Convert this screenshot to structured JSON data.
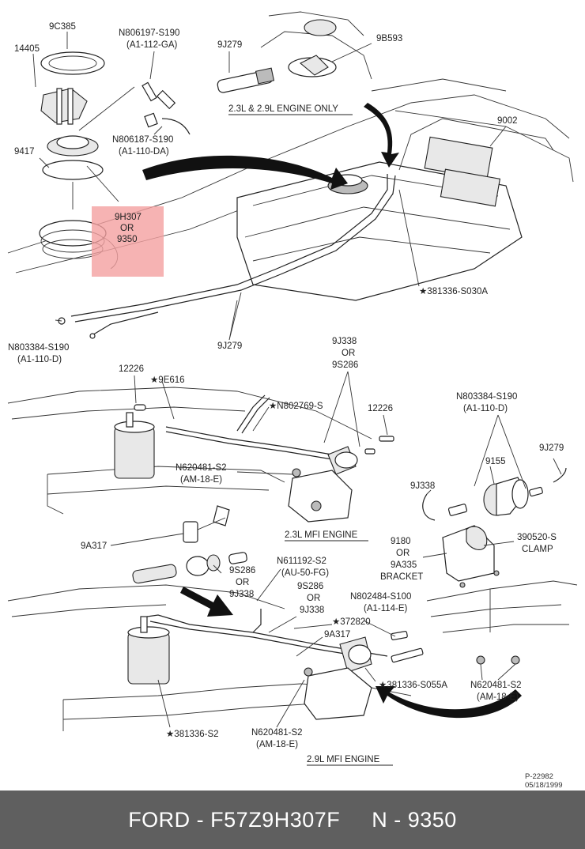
{
  "diagram": {
    "panels": {
      "top_variant": "2.3L & 2.9L ENGINE ONLY",
      "mid": "2.3L MFI ENGINE",
      "bottom": "2.9L MFI ENGINE"
    },
    "labels": {
      "p9C385": "9C385",
      "p14405": "14405",
      "pN806197": "N806197-S190",
      "pN806197_spec": "(A1-112-GA)",
      "p9J279_top": "9J279",
      "p9B593": "9B593",
      "pN806187": "N806187-S190",
      "pN806187_spec": "(A1-110-DA)",
      "p9417": "9417",
      "p9002": "9002",
      "p9H307_a": "9H307",
      "p9H307_b": "OR",
      "p9H307_c": "9350",
      "p381336_S030A": "★381336-S030A",
      "pN803384_left": "N803384-S190",
      "pN803384_left_spec": "(A1-110-D)",
      "p9J279_bottom": "9J279",
      "p9J338_a": "9J338",
      "p9J338_b": "OR",
      "p9J338_c": "9S286",
      "p12226_left": "12226",
      "p9E616": "★9E616",
      "pN802769": "★N802769-S",
      "p12226_right": "12226",
      "pN620481_mid": "N620481-S2",
      "pN620481_mid_spec": "(AM-18-E)",
      "pN803384_right": "N803384-S190",
      "pN803384_right_spec": "(A1-110-D)",
      "p9J279_right": "9J279",
      "p9155": "9155",
      "p9J338_right": "9J338",
      "p9A317_left": "9A317",
      "pN611192": "N611192-S2",
      "pN611192_spec": "(AU-50-FG)",
      "p9S286_left_a": "9S286",
      "p9S286_left_b": "OR",
      "p9S286_left_c": "9J338",
      "p9S286_mid_a": "9S286",
      "p9S286_mid_b": "OR",
      "p9S286_mid_c": "9J338",
      "p9180_a": "9180",
      "p9180_b": "OR",
      "p9180_c": "9A335",
      "p9180_d": "BRACKET",
      "p390520_a": "390520-S",
      "p390520_b": "CLAMP",
      "pN802484": "N802484-S100",
      "pN802484_spec": "(A1-114-E)",
      "p372820": "★372820",
      "p9A317_right": "9A317",
      "p381336_S055A": "★381336-S055A",
      "pN620481_right": "N620481-S2",
      "pN620481_right_spec": "(AM-18-E)",
      "p381336_S2": "★381336-S2",
      "pN620481_bottom": "N620481-S2",
      "pN620481_bottom_spec": "(AM-18-E)",
      "ref": "P-22982",
      "date": "05/18/1999"
    }
  },
  "colors": {
    "highlight": "#f4a0a0",
    "footer_bg": "#5f5f5f",
    "footer_text": "#ffffff"
  },
  "footer": {
    "text": "FORD - F57Z9H307F     N - 9350"
  }
}
